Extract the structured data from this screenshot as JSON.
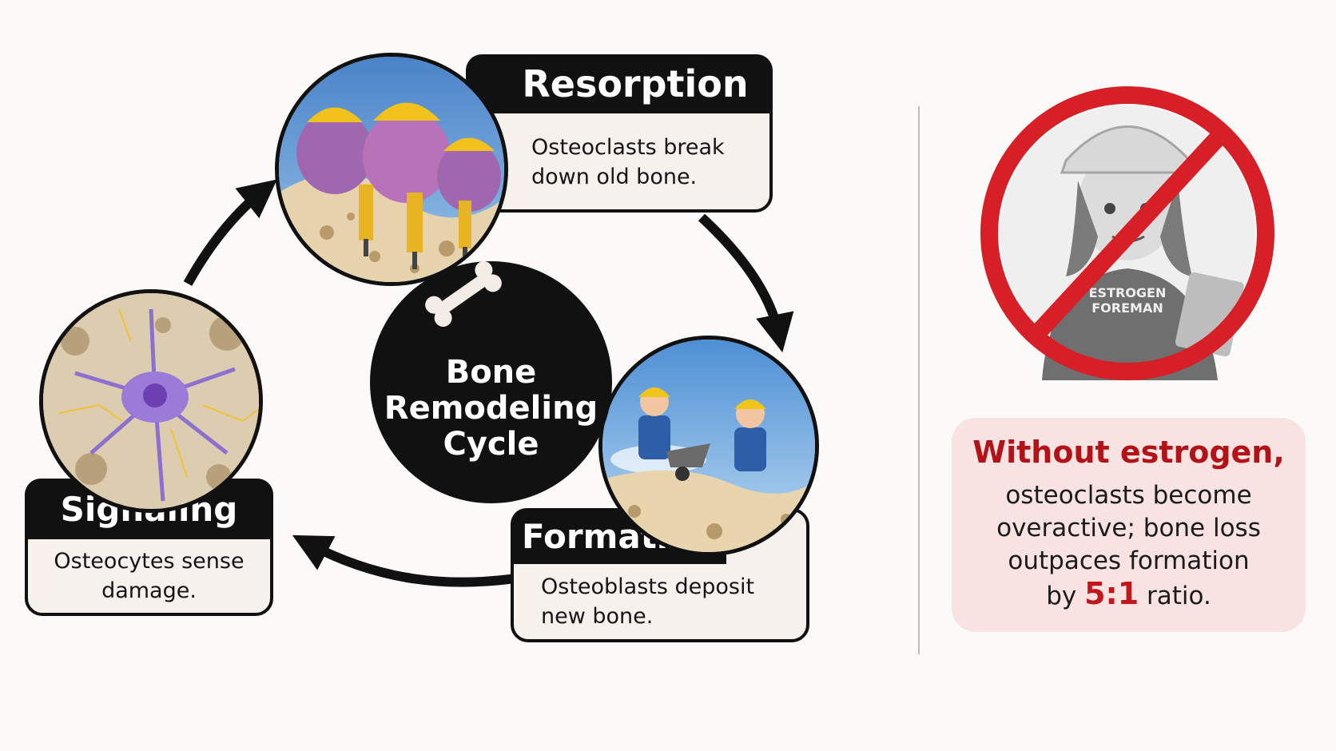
{
  "center": {
    "title": [
      "Bone",
      "Remodeling",
      "Cycle"
    ]
  },
  "stages": [
    {
      "id": "resorption",
      "title": "Resorption",
      "description": [
        "Osteoclasts break",
        "down old bone."
      ]
    },
    {
      "id": "formation",
      "title": "Formation",
      "description": [
        "Osteoblasts deposit",
        "new bone."
      ]
    },
    {
      "id": "signaling",
      "title": "Signaling",
      "description": [
        "Osteocytes sense",
        "damage."
      ]
    }
  ],
  "prohibition": {
    "shirt_text": [
      "ESTROGEN",
      "FOREMAN"
    ],
    "accent": "#d61f26"
  },
  "warning": {
    "heading": "Without estrogen,",
    "lines": [
      "osteoclasts become",
      "overactive; bone loss",
      "outpaces formation"
    ],
    "ratio_prefix": "by",
    "ratio_value": "5:1",
    "ratio_suffix": "ratio.",
    "heading_color": "#b31217",
    "background": "#f8e3e2"
  }
}
